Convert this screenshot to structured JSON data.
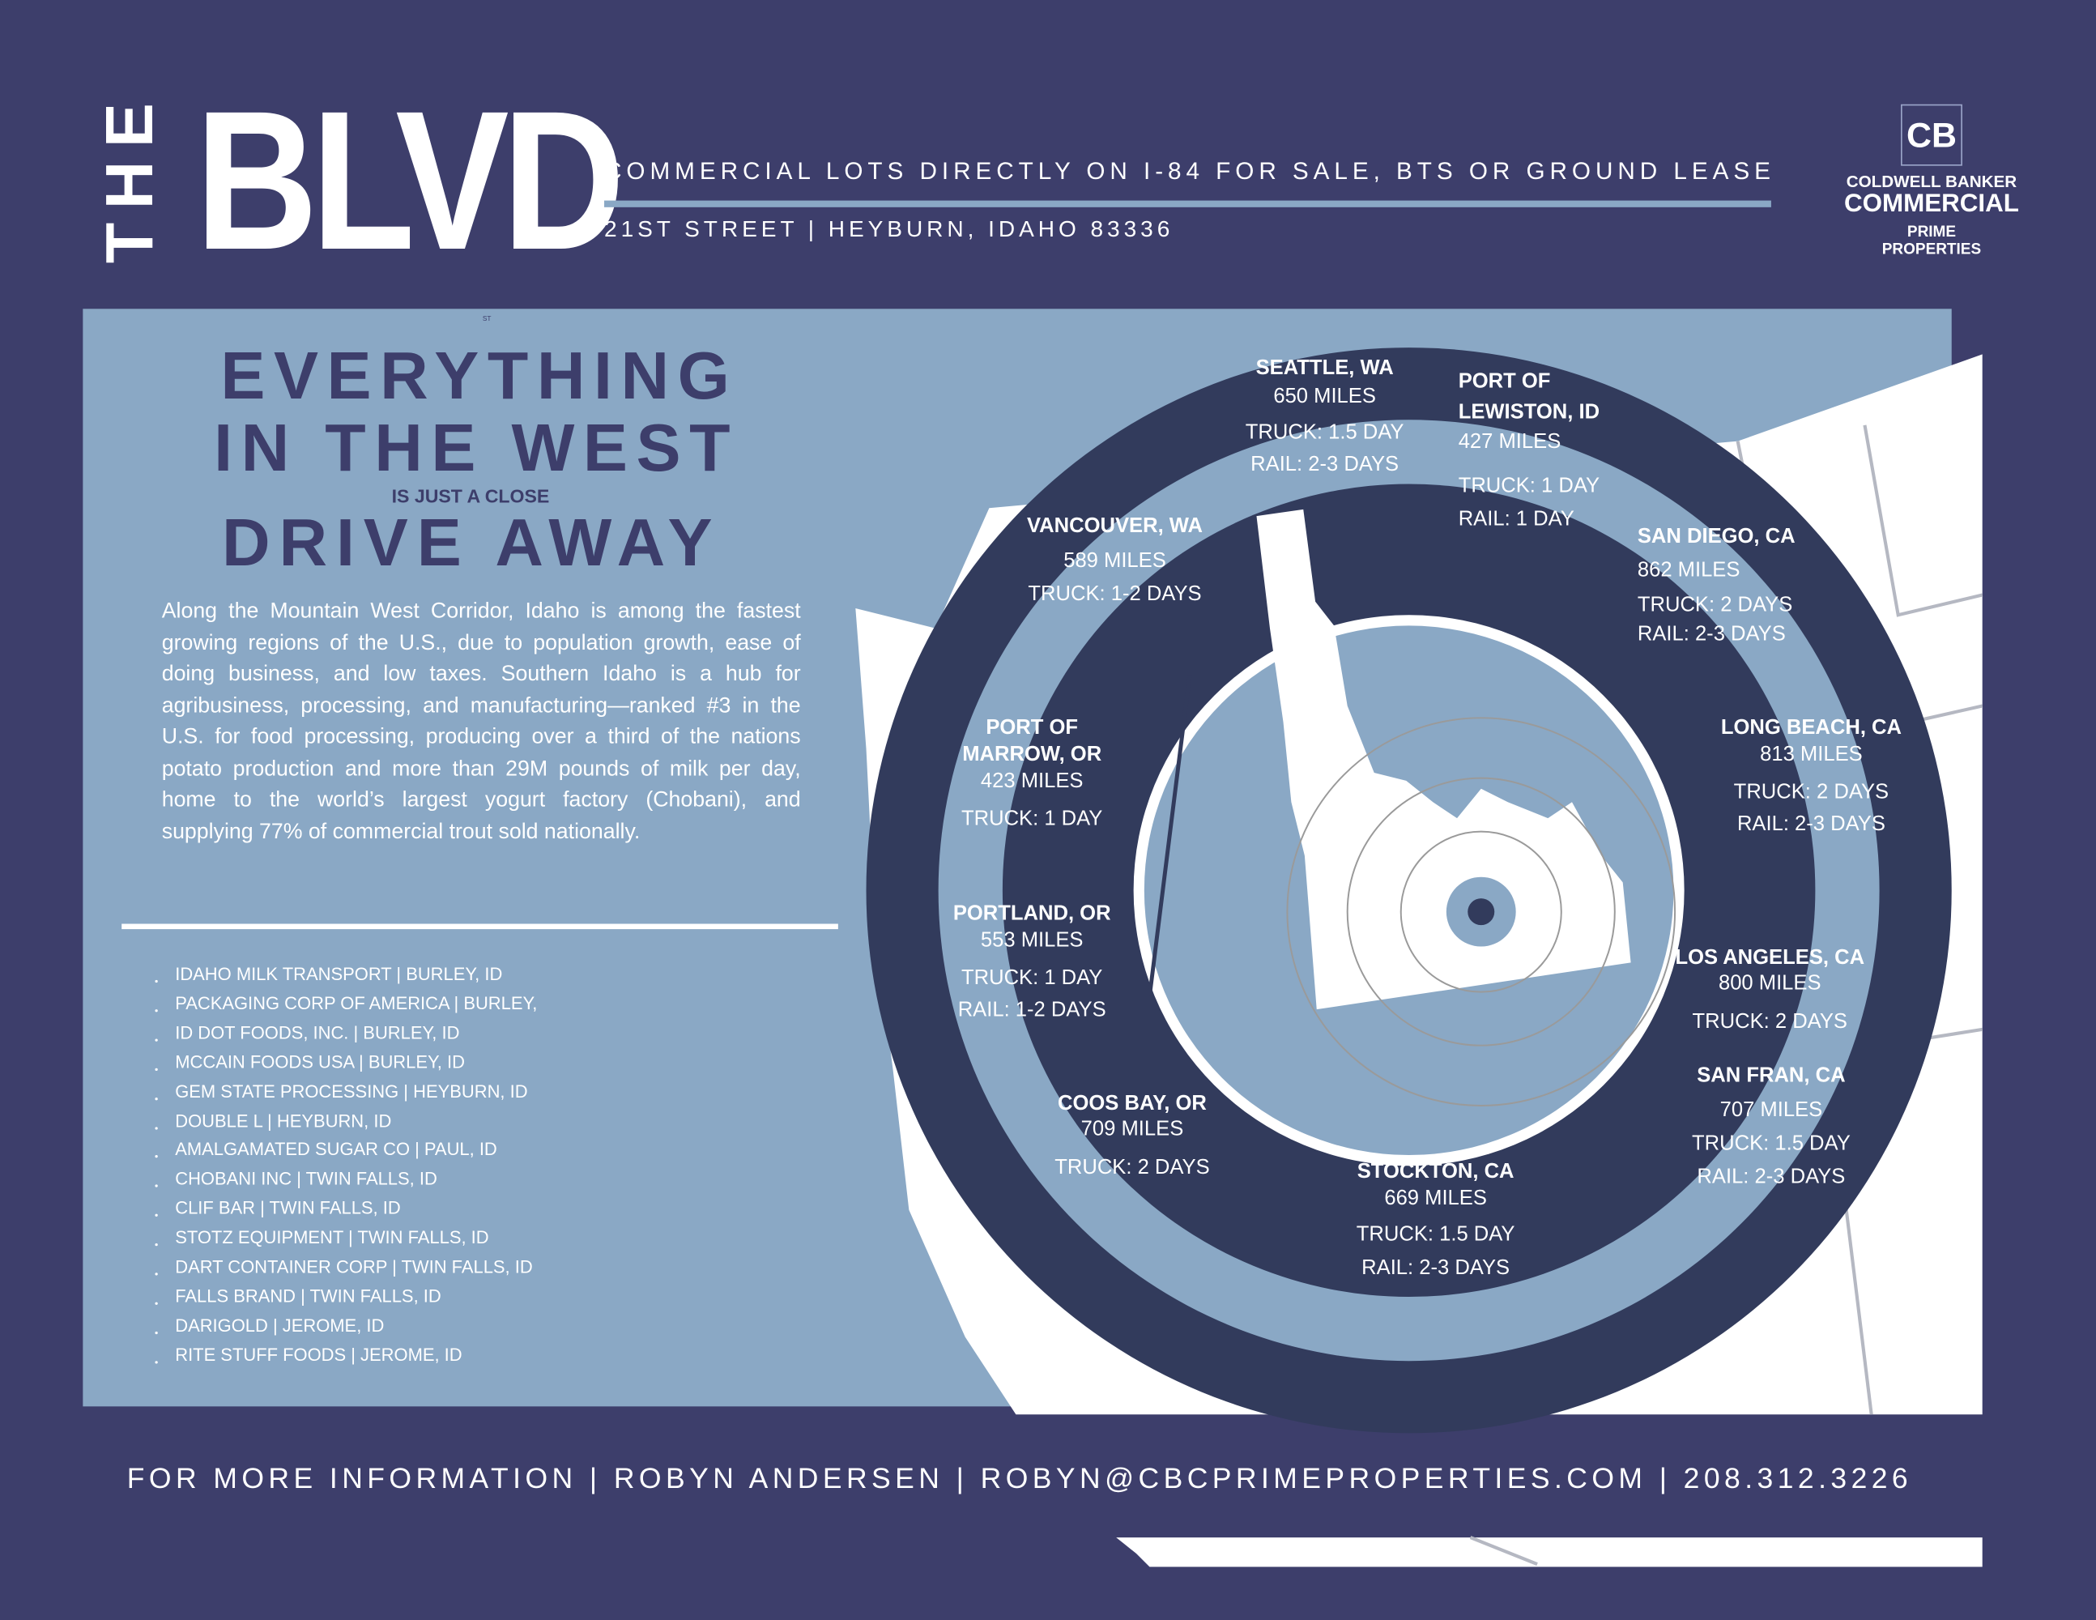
{
  "header": {
    "logo_the": "THE",
    "logo_blvd": "BLVD",
    "tagline": "COMMERCIAL LOTS DIRECTLY ON I-84 FOR SALE, BTS OR GROUND LEASE",
    "address": "21ST STREET | HEYBURN, IDAHO 83336"
  },
  "brand": {
    "mark": "CB",
    "line1": "COLDWELL BANKER",
    "line2": "COMMERCIAL",
    "line3": "PRIME",
    "line4": "PROPERTIES"
  },
  "headline": {
    "st_mark": "ST",
    "line1": "EVERYTHING",
    "line2": "IN THE WEST",
    "small": "IS JUST A CLOSE",
    "line3": "DRIVE AWAY"
  },
  "paragraph": "Along the Mountain West Corridor, Idaho is among the fastest growing regions of the U.S., due to population growth, ease of doing business, and low taxes. Southern Idaho is a hub for agribusiness, processing, and manufacturing—ranked #3 in the U.S. for food processing, producing over a third of the nations potato production and more than 29M pounds of milk per day, home to the world’s largest yogurt factory (Chobani), and supplying 77% of commercial trout sold nationally.",
  "businesses": [
    "IDAHO MILK TRANSPORT | BURLEY, ID",
    "PACKAGING CORP OF AMERICA | BURLEY,",
    "ID DOT FOODS, INC. | BURLEY, ID",
    "MCCAIN FOODS USA | BURLEY, ID",
    "GEM STATE PROCESSING | HEYBURN, ID",
    "DOUBLE L | HEYBURN, ID",
    "AMALGAMATED SUGAR CO | PAUL, ID",
    "CHOBANI INC | TWIN FALLS, ID",
    "CLIF BAR | TWIN FALLS, ID",
    "STOTZ EQUIPMENT | TWIN FALLS, ID",
    "DART CONTAINER CORP | TWIN FALLS, ID",
    "FALLS BRAND | TWIN FALLS, ID",
    "DARIGOLD | JEROME, ID",
    "RITE STUFF FOODS | JEROME, ID"
  ],
  "cities": [
    {
      "name": [
        "SEATTLE, WA"
      ],
      "lines": [
        "650 MILES",
        "TRUCK: 1.5 DAY",
        "RAIL: 2-3 DAYS"
      ]
    },
    {
      "name": [
        "PORT OF",
        "LEWISTON, ID"
      ],
      "lines": [
        "427 MILES",
        "TRUCK: 1 DAY",
        "RAIL: 1 DAY"
      ]
    },
    {
      "name": [
        "VANCOUVER, WA"
      ],
      "lines": [
        "589 MILES",
        "TRUCK: 1-2 DAYS"
      ]
    },
    {
      "name": [
        "SAN DIEGO, CA"
      ],
      "lines": [
        "862 MILES",
        "TRUCK: 2 DAYS",
        "RAIL: 2-3 DAYS"
      ]
    },
    {
      "name": [
        "PORT OF",
        "MARROW, OR"
      ],
      "lines": [
        "423 MILES",
        "TRUCK: 1 DAY"
      ]
    },
    {
      "name": [
        "LONG BEACH, CA"
      ],
      "lines": [
        "813 MILES",
        "TRUCK: 2 DAYS",
        "RAIL: 2-3 DAYS"
      ]
    },
    {
      "name": [
        "PORTLAND, OR"
      ],
      "lines": [
        "553 MILES",
        "TRUCK: 1 DAY",
        "RAIL: 1-2 DAYS"
      ]
    },
    {
      "name": [
        "LOS ANGELES, CA"
      ],
      "lines": [
        "800 MILES",
        "TRUCK: 2 DAYS"
      ]
    },
    {
      "name": [
        "SAN FRAN, CA"
      ],
      "lines": [
        "707 MILES",
        "TRUCK: 1.5 DAY",
        "RAIL: 2-3 DAYS"
      ]
    },
    {
      "name": [
        "COOS BAY, OR"
      ],
      "lines": [
        "709 MILES",
        "TRUCK: 2 DAYS"
      ]
    },
    {
      "name": [
        "STOCKTON, CA"
      ],
      "lines": [
        "669 MILES",
        "TRUCK: 1.5 DAY",
        "RAIL: 2-3 DAYS"
      ]
    }
  ],
  "footer": "FOR MORE INFORMATION | ROBYN ANDERSEN | ROBYN@CBCPRIMEPROPERTIES.COM | 208.312.3226",
  "colors": {
    "navy": "#3d3e6b",
    "ring": "#323b5c",
    "light": "#8aa8c5",
    "white": "#ffffff"
  }
}
